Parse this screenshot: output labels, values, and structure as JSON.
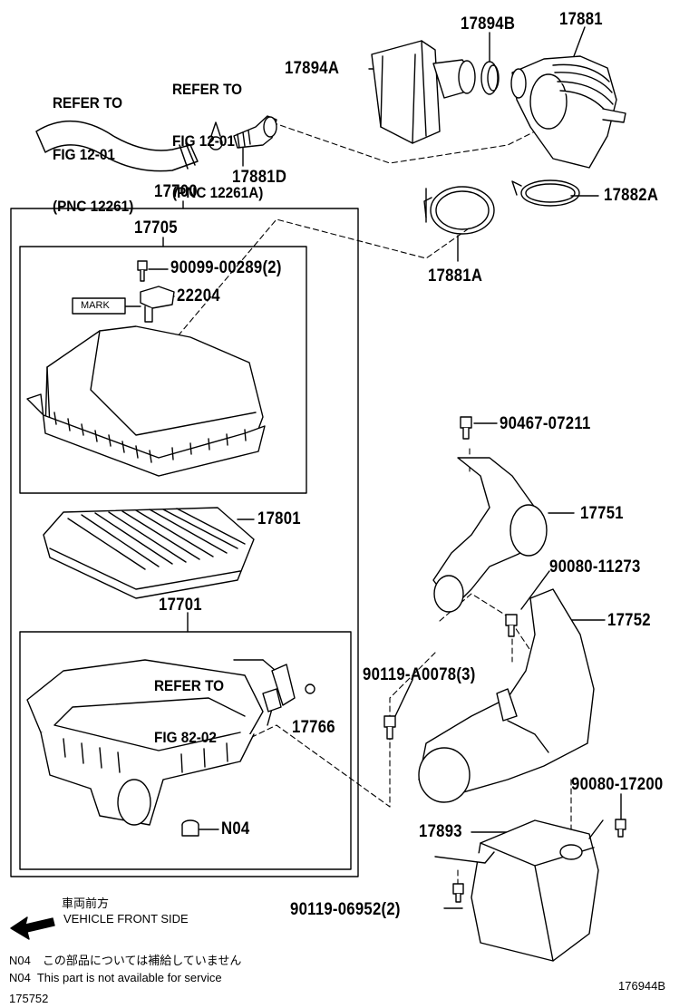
{
  "refs": {
    "hose": [
      "REFER TO",
      "FIG 12-01",
      "(PNC 12261)"
    ],
    "clip": [
      "REFER TO",
      "FIG 12-01",
      "(PNC 12261A)"
    ],
    "bracket": [
      "REFER TO",
      "FIG 82-02"
    ]
  },
  "parts": {
    "p17894B": "17894B",
    "p17881": "17881",
    "p17894A": "17894A",
    "p17881D": "17881D",
    "p17882A": "17882A",
    "p17881A": "17881A",
    "p17700": "17700",
    "p17705": "17705",
    "p90099": "90099-00289(2)",
    "p22204": "22204",
    "mark": "MARK",
    "p17801": "17801",
    "p17701": "17701",
    "p17766": "17766",
    "pN04": "N04",
    "p90467": "90467-07211",
    "p17751": "17751",
    "p90080a": "90080-11273",
    "p17752": "17752",
    "p90119a": "90119-A0078(3)",
    "p90080b": "90080-17200",
    "p17893": "17893",
    "p90119b": "90119-06952(2)"
  },
  "legend": {
    "front_jp": "車両前方",
    "front_en": "VEHICLE FRONT SIDE",
    "note_jp": "N04　この部品については補給していません",
    "note_en": "N04  This part is not available for service",
    "code_left": "175752",
    "code_right": "176944B"
  }
}
